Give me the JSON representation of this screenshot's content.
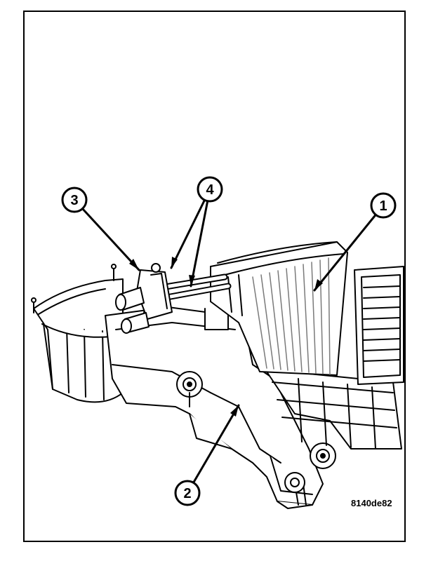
{
  "figure": {
    "code": "8140de82",
    "callouts": [
      {
        "id": "1",
        "label": "1"
      },
      {
        "id": "2",
        "label": "2"
      },
      {
        "id": "3",
        "label": "3"
      },
      {
        "id": "4",
        "label": "4"
      }
    ]
  },
  "colors": {
    "line": "#000000",
    "fill": "#ffffff",
    "fin": "#7a7a7a"
  }
}
